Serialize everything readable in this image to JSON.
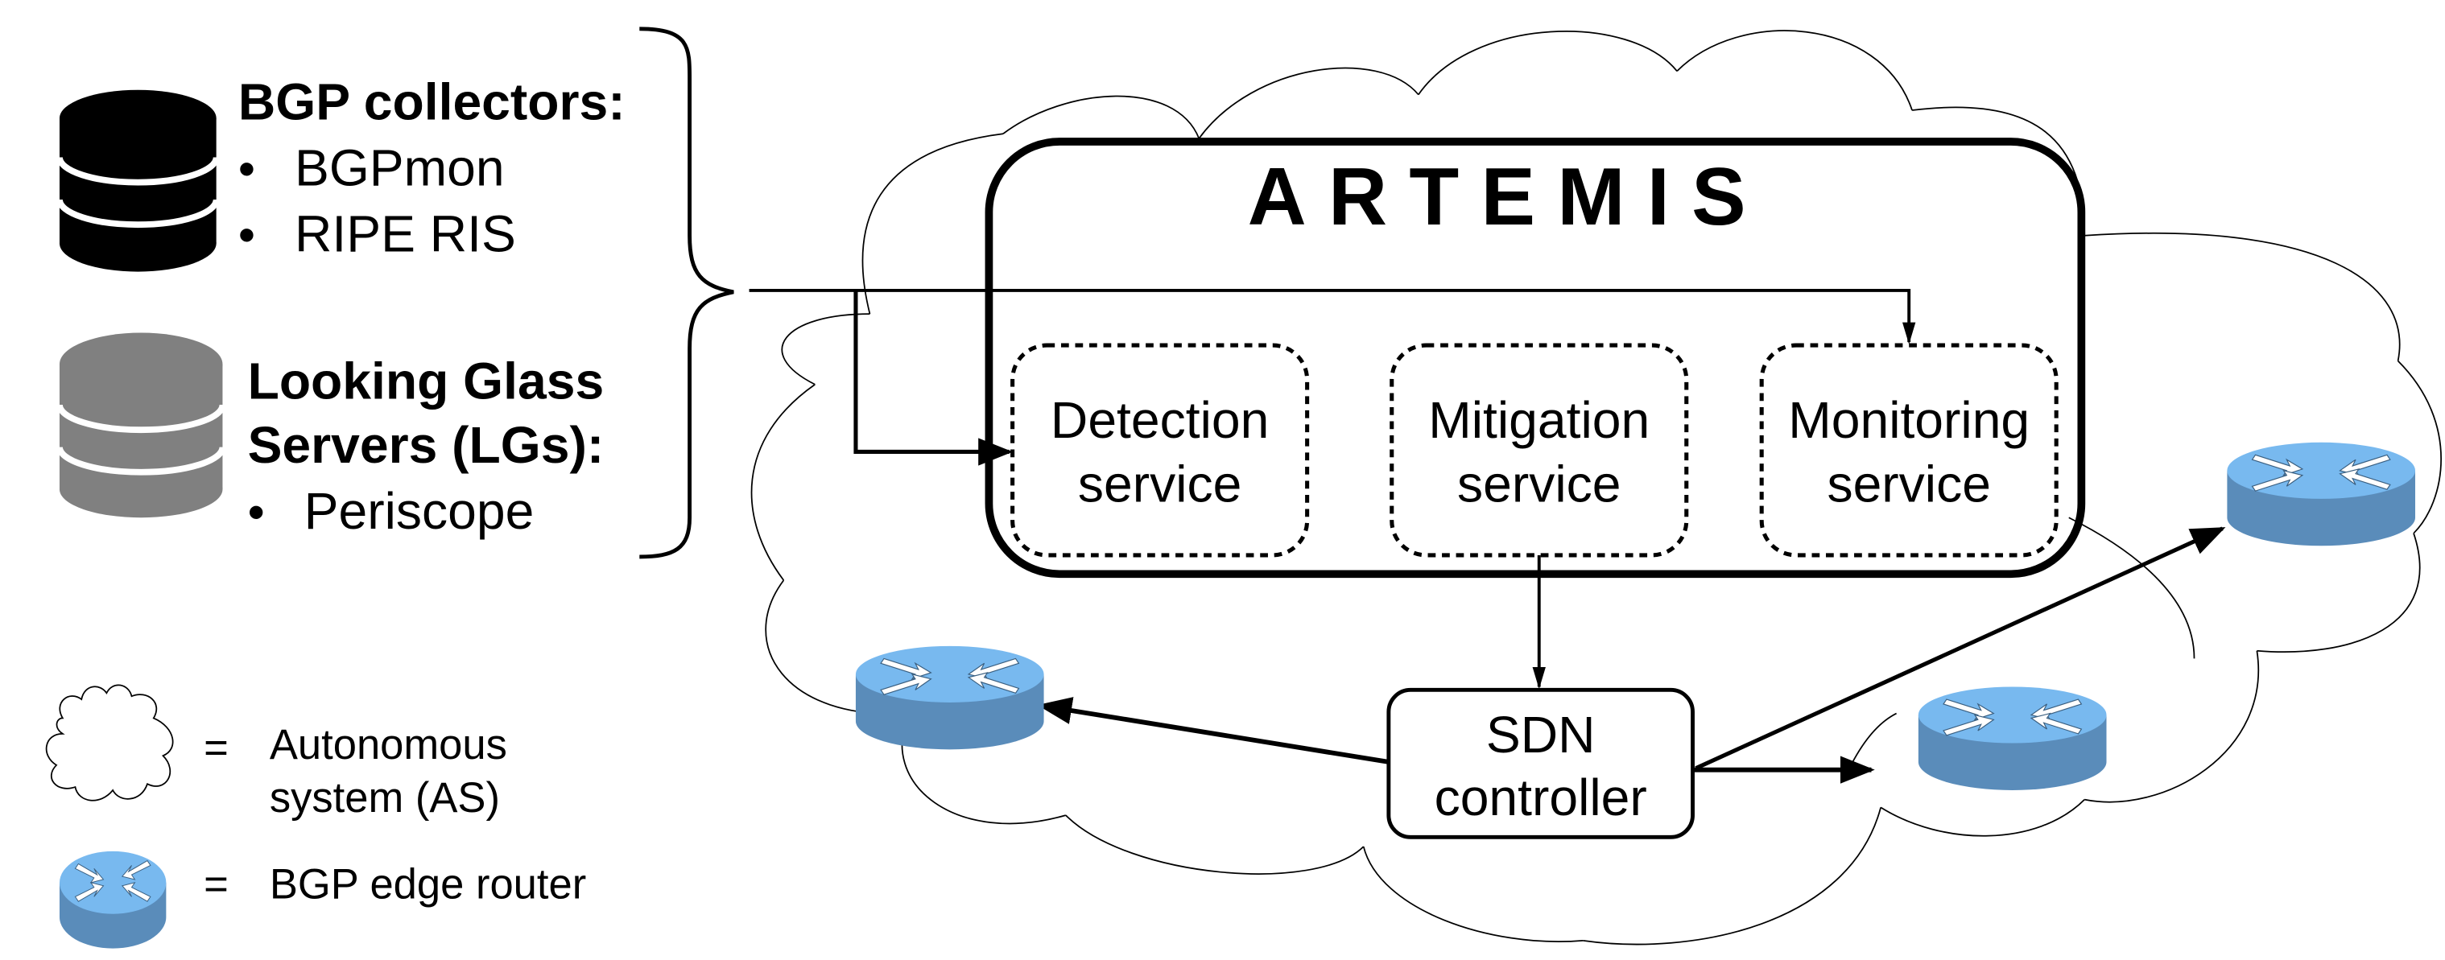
{
  "figure": {
    "title": "ARTEMIS",
    "sources": {
      "bgp_collectors": {
        "heading": "BGP collectors:",
        "items": [
          "BGPmon",
          "RIPE RIS"
        ],
        "icon": "database-icon",
        "color": "#000000"
      },
      "looking_glass": {
        "heading_line1": "Looking Glass",
        "heading_line2": "Servers (LGs):",
        "items": [
          "Periscope"
        ],
        "icon": "database-icon",
        "color": "#808080"
      },
      "bullet": "•"
    },
    "services": [
      {
        "line1": "Detection",
        "line2": "service"
      },
      {
        "line1": "Mitigation",
        "line2": "service"
      },
      {
        "line1": "Monitoring",
        "line2": "service"
      }
    ],
    "sdn_controller": {
      "line1": "SDN",
      "line2": "controller"
    },
    "legend": {
      "equals": "=",
      "as_line1": "Autonomous",
      "as_line2": "system (AS)",
      "router_label": "BGP edge router"
    },
    "colors": {
      "router_top": "#78b9ef",
      "router_side": "#5a8cba",
      "router_arrows": "#ffffff"
    }
  }
}
